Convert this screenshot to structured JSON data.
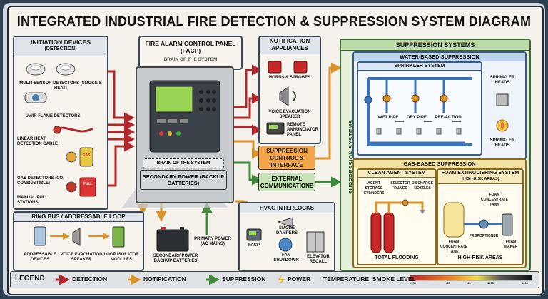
{
  "title": "INTEGRATED INDUSTRIAL FIRE DETECTION & SUPPRESSION SYSTEM DIAGRAM",
  "initiation": {
    "title": "INITIATION DEVICES",
    "subtitle": "(DETECTION)",
    "smoke": "MULTI-SENSOR DETECTORS (SMOKE & HEAT)",
    "flame": "UV/IR FLAME DETECTORS",
    "linear": "LINEAR HEAT DETECTION CABLE",
    "gas": "GAS DETECTORS (CO, COMBUSTIBLE)",
    "gas_badge": "GAS",
    "pull": "MANUAL PULL STATIONS",
    "pull_badge": "PULL"
  },
  "facp": {
    "title": "FIRE ALARM CONTROL PANEL (FACP)",
    "subtitle": "BRAIN OF THE SYSTEM",
    "brain": "BRAIN OF THE SYSTEM",
    "secondary": "SECONDARY POWER (BACKUP BATTERIES)"
  },
  "notification": {
    "title": "NOTIFICATION APPLIANCES",
    "horns": "HORNS & STROBES",
    "voice": "VOICE EVACUATION SPEAKER",
    "remote": "REMOTE ANNUNCIATOR PANEL"
  },
  "suppression_control": "SUPPRESSION CONTROL & INTERFACE",
  "external": "EXTERNAL COMMUNICATIONS",
  "ring": {
    "title": "RING BUS / ADDRESSABLE LOOP",
    "addressable": "ADDRESSABLE DEVICES",
    "voice": "VOICE EVACUATION SPEAKER",
    "isolator": "LOOP ISOLATOR MODULES"
  },
  "battery": "SECONDARY POWER (BACKUP BATTERIES)",
  "primary": "PRIMARY POWER (AC MAINS)",
  "hvac": {
    "title": "HVAC INTERLOCKS",
    "dampers": "SMOKE DAMPERS",
    "facp": "FACP",
    "fan": "FAN SHUTDOWN",
    "elevator": "ELEVATOR RECALL"
  },
  "suppression": {
    "title": "SUPPRESSION SYSTEMS",
    "side": "SUPPRESSION SYSTEMS",
    "water": "WATER-BASED SUPPRESSION",
    "sprinkler": "SPRINKLER SYSTEM",
    "wet": "WET PIPE",
    "dry": "DRY PIPE",
    "preaction": "PRE-ACTION",
    "heads_top": "SPRINKLER HEADS",
    "heads_bottom": "SPRINKLER HEADS",
    "gas": "GAS-BASED SUPPRESSION",
    "clean": "CLEAN AGENT SYSTEM",
    "cylinders": "AGENT STORAGE CYLINDERS",
    "valves": "SELECTOR VALVES",
    "nozzles": "DISCHARGE NOZZLES",
    "flooding": "TOTAL FLOODING",
    "foam": "FOAM EXTINGUISHING SYSTEM",
    "foam_sub": "(HIGH-RISK AREAS)",
    "foam_tank": "FOAM CONCENTRATE TANK",
    "foam_tank2": "FOAM CONCENTRATE TANK",
    "proportioner": "PROPORTIONER",
    "maker": "FOAM MAKER",
    "risk": "HIGH-RISK AREAS"
  },
  "legend": {
    "title": "LEGEND",
    "detection": "DETECTION",
    "notification": "NOTIFICATION",
    "suppression": "SUPPRESSION",
    "power": "POWER",
    "temp": "TEMPERATURE, SMOKE LEVEL",
    "scale": [
      "-158",
      "-25",
      "43",
      "1200",
      "3000"
    ]
  },
  "colors": {
    "detection": "#b3262c",
    "notification": "#d9932a",
    "suppression": "#3e8a3a",
    "power": "#e0b21f"
  }
}
